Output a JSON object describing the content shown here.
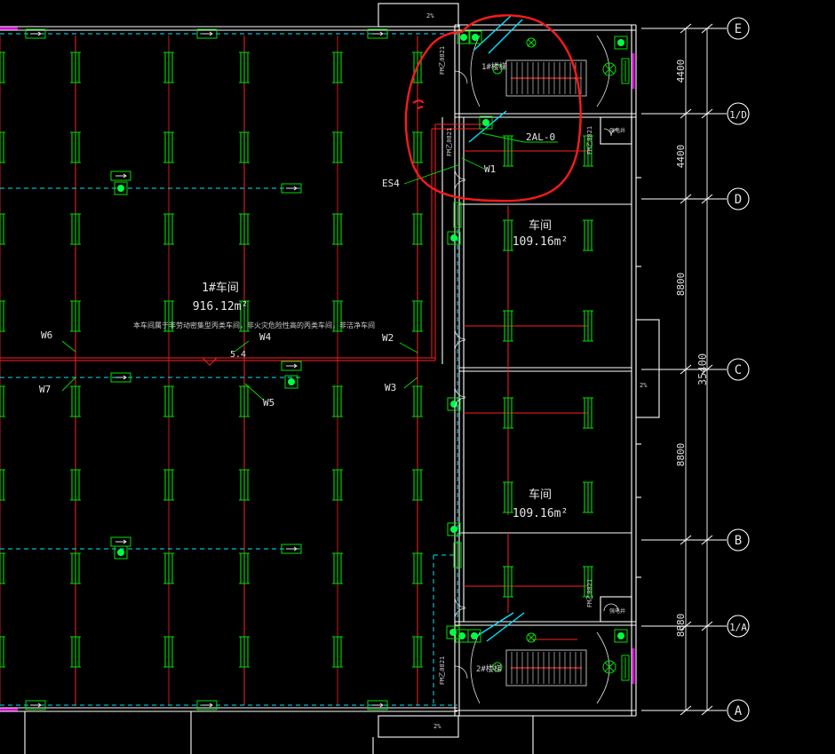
{
  "colors": {
    "background": "#000000",
    "wall": "#ffffff",
    "axis": "#ffffff",
    "light_fixture": "#00e000",
    "emergency_light": "#00ff44",
    "circuit": "#ff2020",
    "emergency_circuit": "#00e5ff",
    "leader": "#00e000",
    "markup": "#ff1a1a",
    "text": "#e6e6e6",
    "wall_accent": "#d000d0"
  },
  "axes": [
    {
      "id": "E",
      "label": "E"
    },
    {
      "id": "1D",
      "label": "1/D"
    },
    {
      "id": "D",
      "label": "D"
    },
    {
      "id": "C",
      "label": "C"
    },
    {
      "id": "B",
      "label": "B"
    },
    {
      "id": "1A",
      "label": "1/A"
    },
    {
      "id": "A",
      "label": "A"
    }
  ],
  "dimensions": {
    "segments": [
      "4400",
      "4400",
      "8800",
      "8800",
      "8880"
    ],
    "total": "35400"
  },
  "rooms": [
    {
      "id": "workshop-main",
      "name": "1#车间",
      "area": "916.12m²"
    },
    {
      "id": "workshop-upper",
      "name": "车间",
      "area": "109.16m²"
    },
    {
      "id": "workshop-lower",
      "name": "车间",
      "area": "109.16m²"
    }
  ],
  "stairs": [
    {
      "id": "stair-1",
      "label": "1#楼梯"
    },
    {
      "id": "stair-2",
      "label": "2#楼梯"
    }
  ],
  "notes": {
    "hazard_note": "本车间属于非劳动密集型丙类车间，非火灾危险性高的丙类车间，非洁净车间",
    "elevation": "5.4"
  },
  "circuits": [
    "W1",
    "W2",
    "W3",
    "W4",
    "W5",
    "W6",
    "W7"
  ],
  "labels": {
    "panel": "2AL-0",
    "es": "ES4",
    "door_codes": [
      "FM乙0821",
      "FM乙0821",
      "FM乙0821",
      "FM乙0821",
      "FM乙0821"
    ],
    "shaft": "强电井",
    "slope": "2%"
  }
}
